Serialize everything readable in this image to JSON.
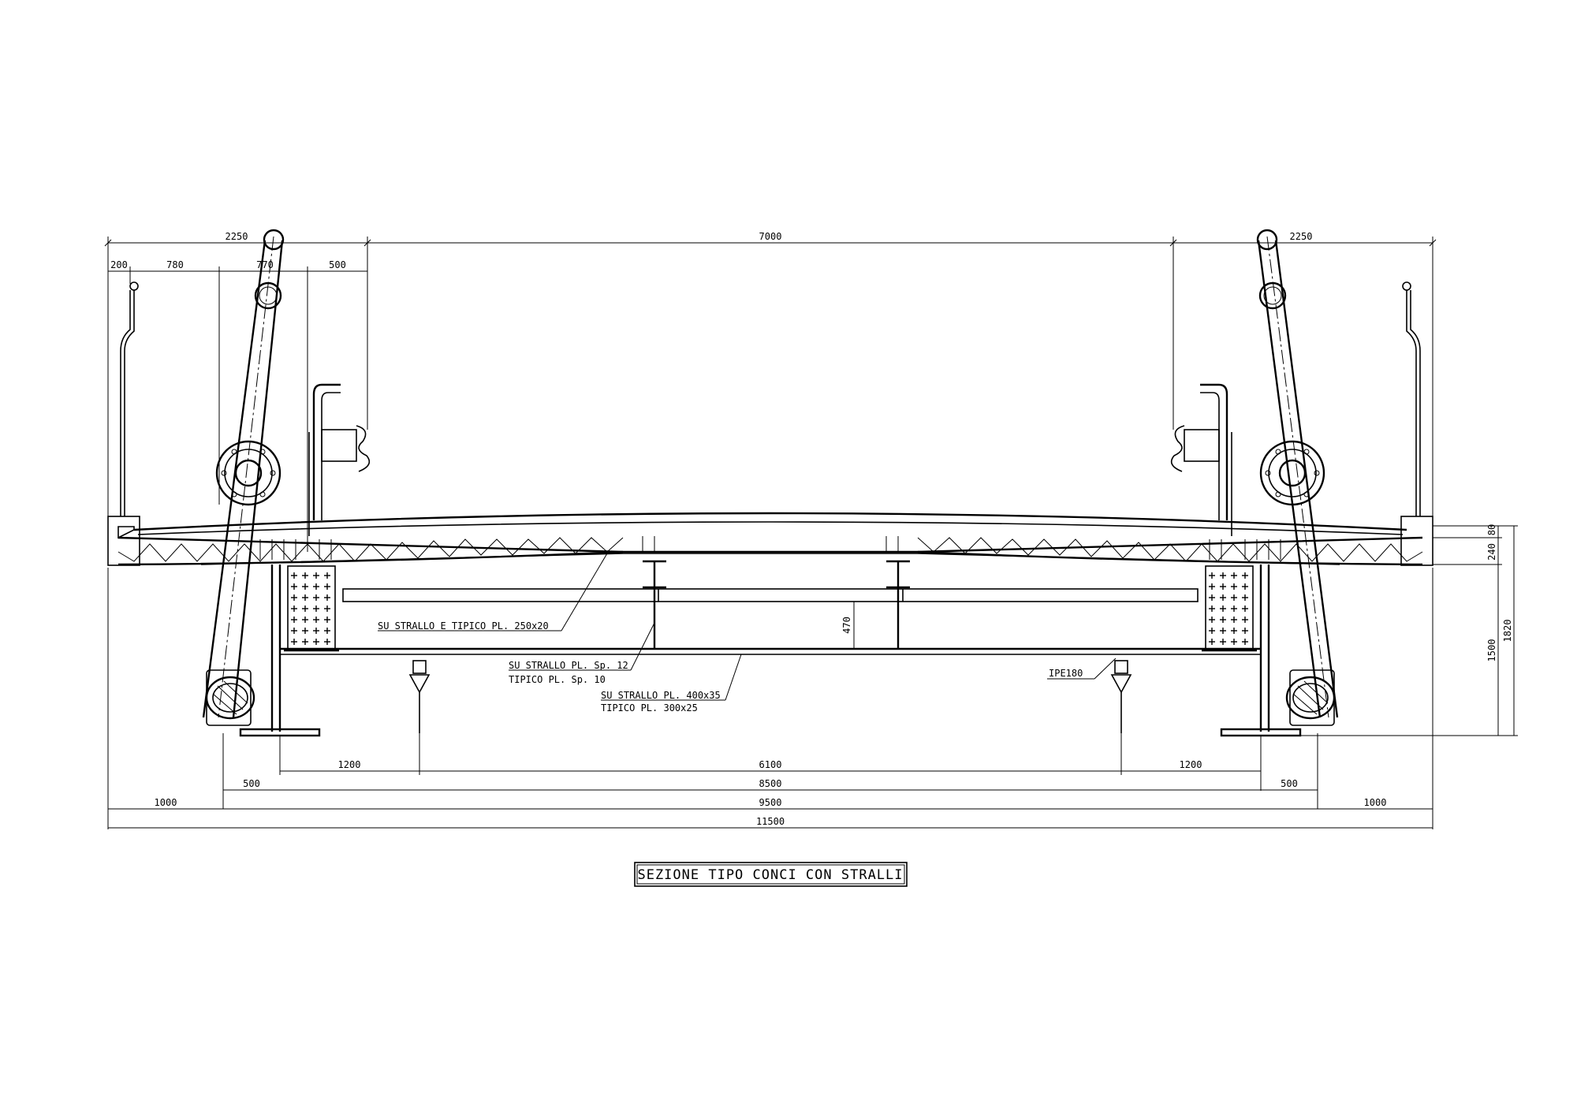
{
  "drawing": {
    "title": "SEZIONE TIPO CONCI CON STRALLI",
    "top_dimensions": {
      "left_overhang": "2250",
      "center_span": "7000",
      "right_overhang": "2250",
      "left_sub_a": "200",
      "left_sub_b": "780",
      "left_sub_c": "770",
      "left_sub_d": "500"
    },
    "bottom_dimensions": {
      "row1": [
        "1200",
        "6100",
        "1200"
      ],
      "row2": [
        "500",
        "8500",
        "500"
      ],
      "row3": [
        "1000",
        "9500",
        "1000"
      ],
      "row4": [
        "11500"
      ]
    },
    "right_dimensions": {
      "slab_a": "240",
      "slab_b": "80",
      "depth_a": "1500",
      "depth_b": "1820"
    },
    "inner_dimension": "470",
    "labels": {
      "plate_top": "SU STRALLO E TIPICO PL. 250x20",
      "web_line1": "SU STRALLO PL. Sp. 12",
      "web_line2": "TIPICO PL. Sp. 10",
      "flange_line1": "SU STRALLO PL. 400x35",
      "flange_line2": "TIPICO PL. 300x25",
      "ipe": "IPE180"
    }
  }
}
